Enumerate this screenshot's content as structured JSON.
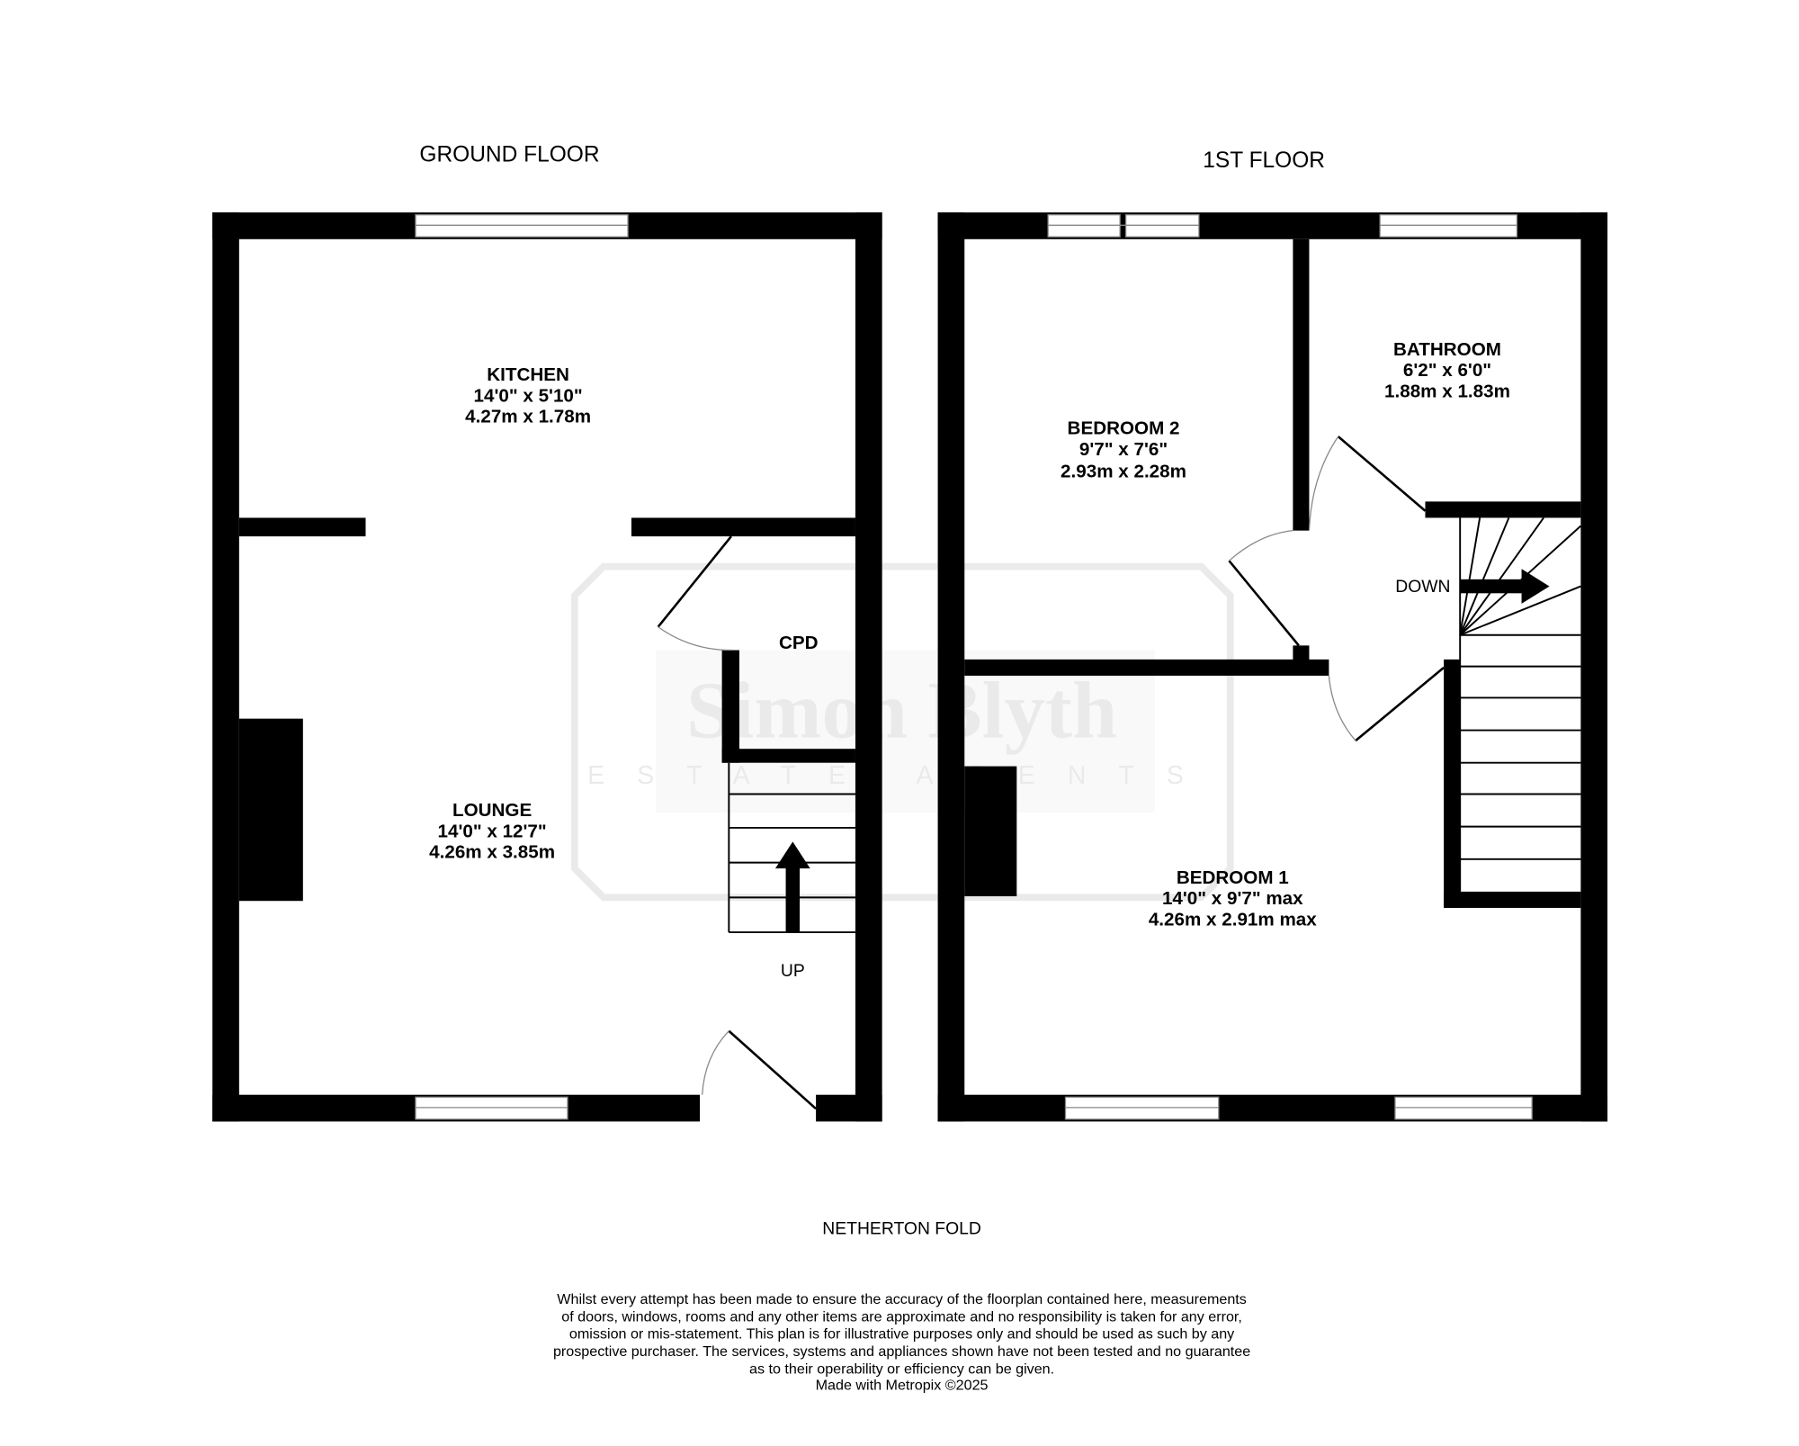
{
  "watermark": {
    "name": "Simon Blyth",
    "tagline": "ESTATE AGENTS"
  },
  "ground_floor": {
    "title": "GROUND FLOOR",
    "kitchen": {
      "name": "KITCHEN",
      "imperial": "14'0\"  x 5'10\"",
      "metric": "4.27m  x 1.78m"
    },
    "lounge": {
      "name": "LOUNGE",
      "imperial": "14'0\"  x 12'7\"",
      "metric": "4.26m  x 3.85m"
    },
    "cpd": "CPD",
    "stairs_label": "UP"
  },
  "first_floor": {
    "title": "1ST FLOOR",
    "bedroom2": {
      "name": "BEDROOM 2",
      "imperial": "9'7\"  x 7'6\"",
      "metric": "2.93m  x 2.28m"
    },
    "bathroom": {
      "name": "BATHROOM",
      "imperial": "6'2\"  x 6'0\"",
      "metric": "1.88m  x 1.83m"
    },
    "bedroom1": {
      "name": "BEDROOM 1",
      "imperial": "14'0\"  x 9'7\" max",
      "metric": "4.26m  x 2.91m max"
    },
    "stairs_label": "DOWN"
  },
  "address": "NETHERTON FOLD",
  "disclaimer": [
    "Whilst every attempt has been made to ensure the accuracy of the floorplan contained here, measurements",
    "of doors, windows, rooms and any other items are approximate and no responsibility is taken for any error,",
    "omission or mis-statement. This plan is for illustrative purposes only and should be used as such by any",
    "prospective purchaser. The services, systems and appliances shown have not been tested and no guarantee",
    "as to their operability or efficiency can be given.",
    "Made with Metropix ©2025"
  ]
}
